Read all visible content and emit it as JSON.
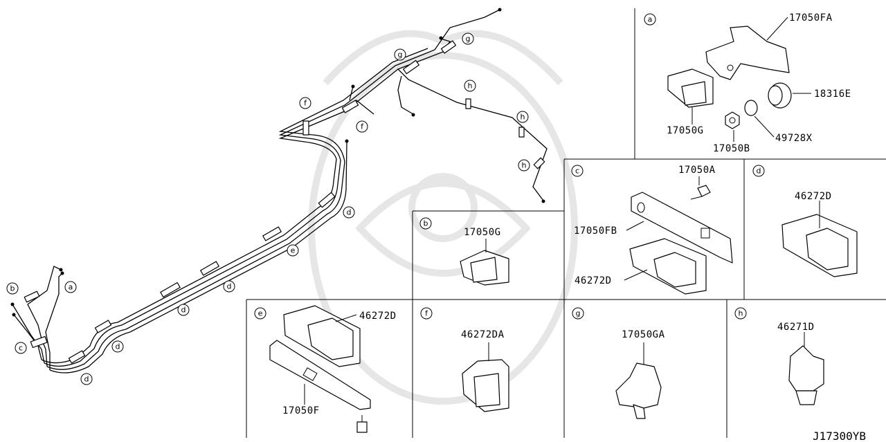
{
  "diagram": {
    "ref_code": "J17300YB",
    "callouts": {
      "a": "a",
      "b": "b",
      "c": "c",
      "d": "d",
      "e": "e",
      "f": "f",
      "g": "g",
      "h": "h"
    },
    "panels": {
      "a": {
        "letter": "a",
        "parts": [
          "17050FA",
          "18316E",
          "17050G",
          "49728X",
          "17050B"
        ]
      },
      "b": {
        "letter": "b",
        "parts": [
          "17050G"
        ]
      },
      "c": {
        "letter": "c",
        "parts": [
          "17050A",
          "17050FB",
          "46272D"
        ]
      },
      "d": {
        "letter": "d",
        "parts": [
          "46272D"
        ]
      },
      "e": {
        "letter": "e",
        "parts": [
          "46272D",
          "17050F"
        ]
      },
      "f": {
        "letter": "f",
        "parts": [
          "46272DA"
        ]
      },
      "g": {
        "letter": "g",
        "parts": [
          "17050GA"
        ]
      },
      "h": {
        "letter": "h",
        "parts": [
          "46271D"
        ]
      }
    }
  }
}
